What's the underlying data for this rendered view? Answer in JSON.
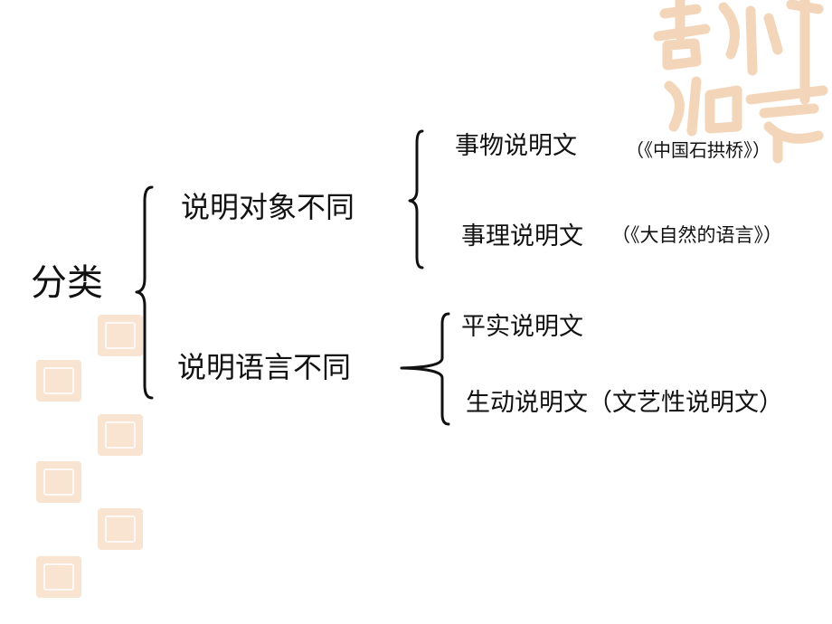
{
  "root": {
    "label": "分类"
  },
  "branches": [
    {
      "label": "说明对象不同",
      "leaves": [
        {
          "label": "事物说明文",
          "example": "（《中国石拱桥》）"
        },
        {
          "label": "事理说明文",
          "example": "（《大自然的语言》）"
        }
      ]
    },
    {
      "label": "说明语言不同",
      "leaves": [
        {
          "label": "平实说明文",
          "example": ""
        },
        {
          "label": "生动说明文（文艺性说明文）",
          "example": ""
        }
      ]
    }
  ],
  "colors": {
    "text": "#111111",
    "brace": "#111111",
    "decoration": "#f2cfae"
  }
}
